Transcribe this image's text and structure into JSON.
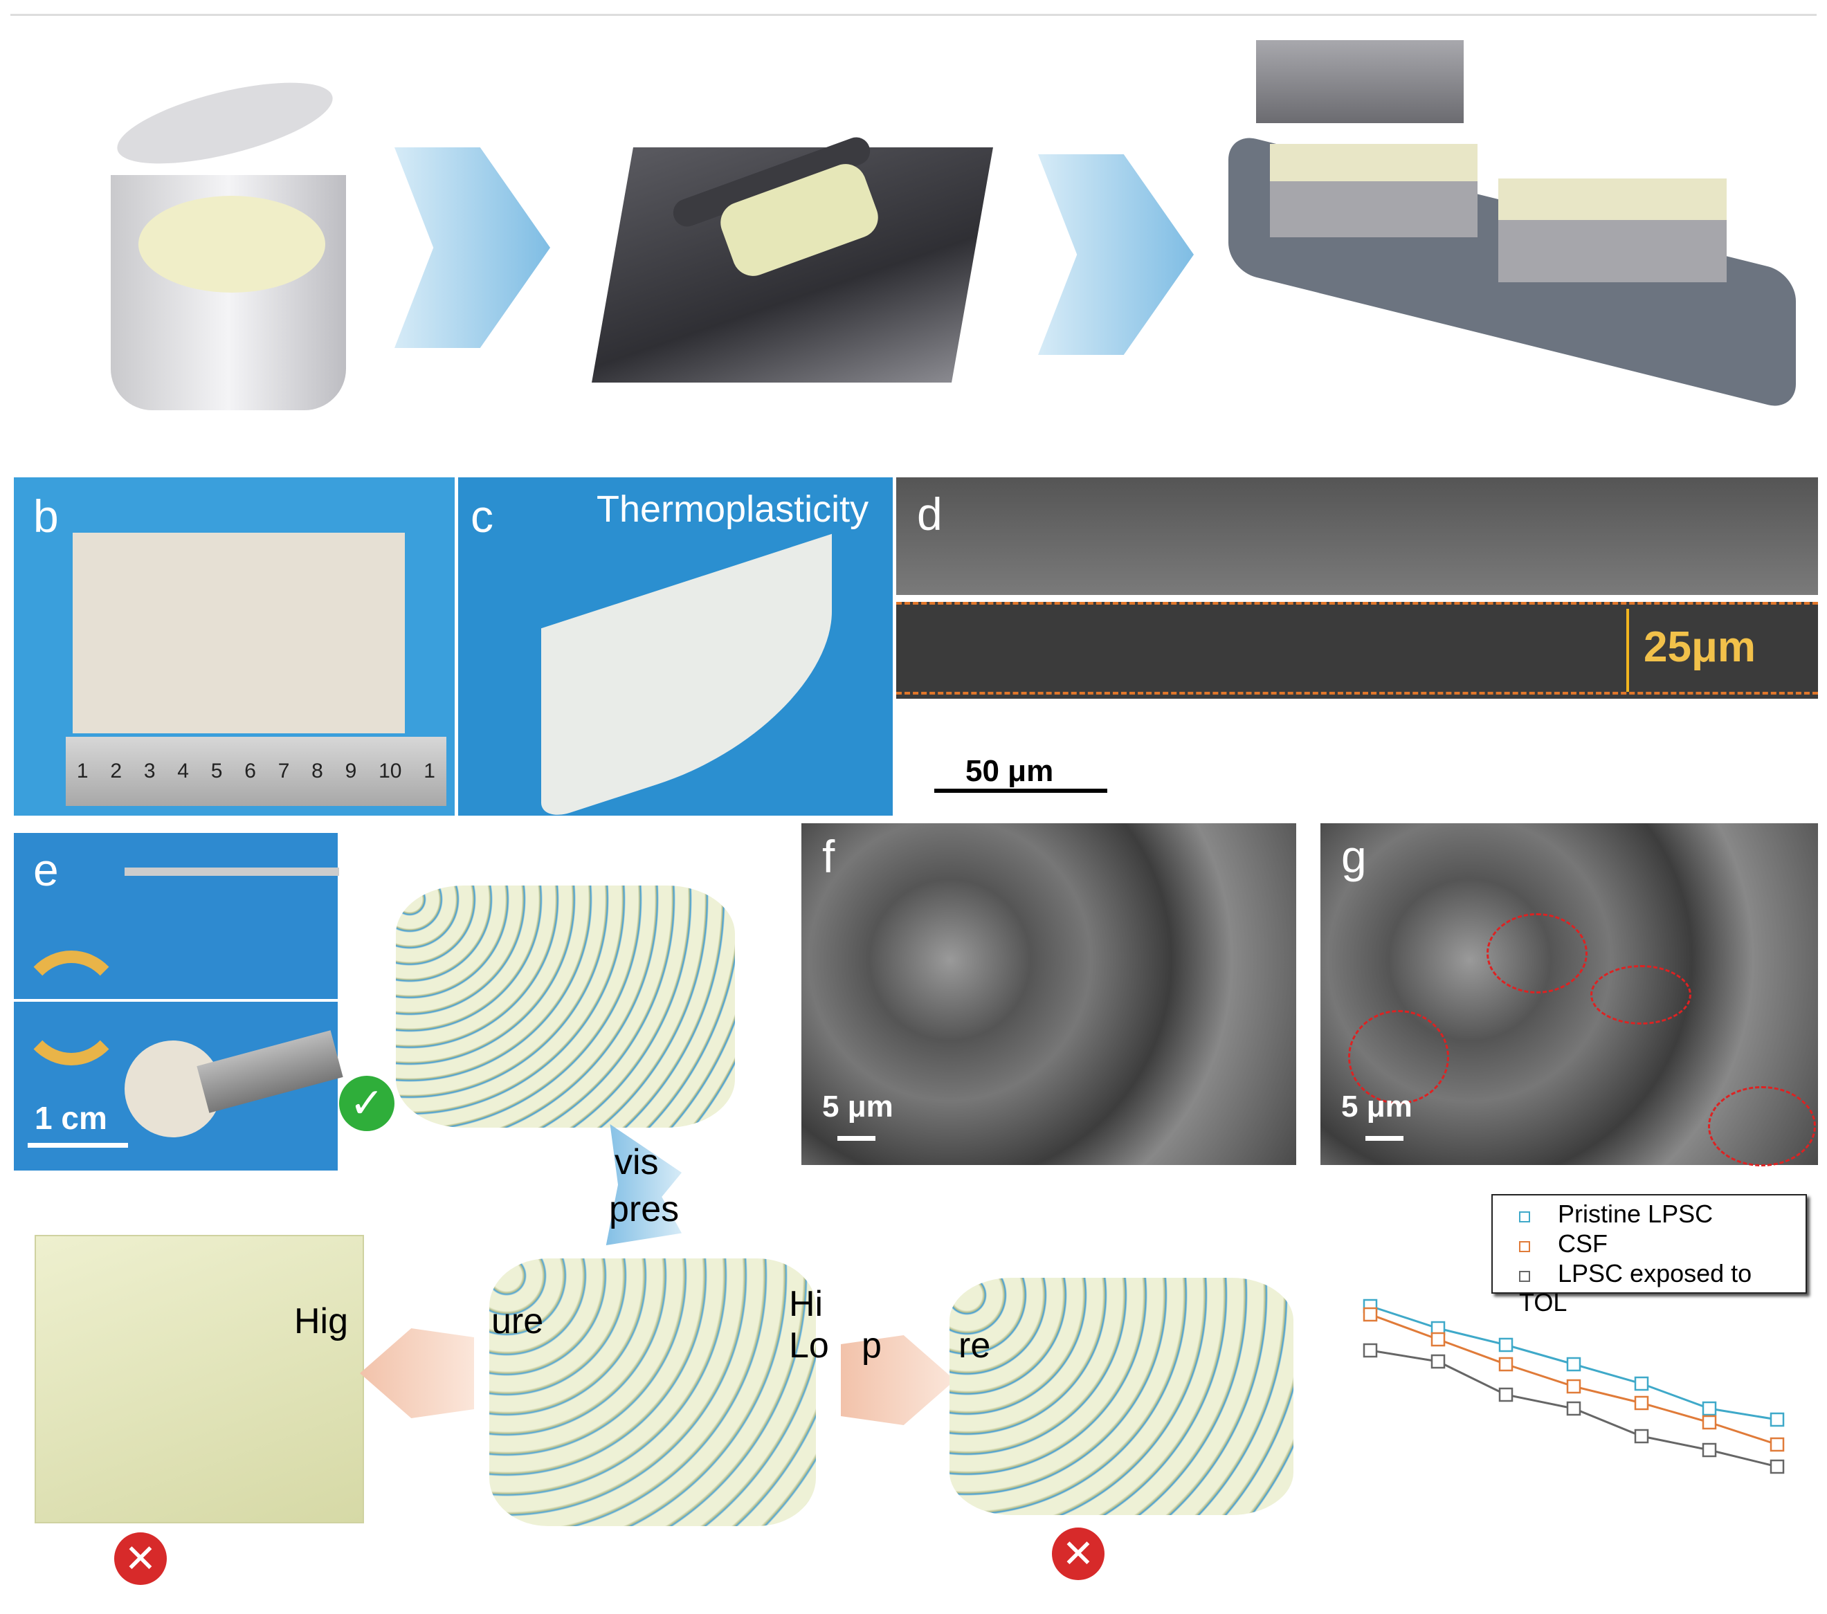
{
  "panels": {
    "b": {
      "label": "b",
      "ruler_ticks": [
        "1",
        "2",
        "3",
        "4",
        "5",
        "6",
        "7",
        "8",
        "9",
        "10",
        "1"
      ]
    },
    "c": {
      "label": "c",
      "title": "Thermoplasticity"
    },
    "d": {
      "label": "d",
      "thickness": "25μm",
      "scale_bar": "50 μm"
    },
    "e": {
      "label": "e",
      "scale_bar": "1 cm"
    },
    "f": {
      "label": "f",
      "scale_bar": "5 μm"
    },
    "g": {
      "label": "g",
      "scale_bar": "5 μm"
    }
  },
  "fragments": {
    "high_a": "Hig",
    "high_b": "ure",
    "mid_a": "Hi",
    "mid_b": "Lo",
    "mid_c": "p",
    "mid_d": "re",
    "vis": "vis",
    "pres": "pres"
  },
  "colors": {
    "blue_series": "#3fa9c9",
    "orange_series": "#e07b39",
    "gray_series": "#666666",
    "panel_blue": "#2b8fd0"
  },
  "chart_data": {
    "type": "line",
    "title": "",
    "xlabel": "",
    "ylabel": "",
    "x": [
      1,
      2,
      3,
      4,
      5,
      6,
      7
    ],
    "series": [
      {
        "name": "Pristine LPSC",
        "values": [
          10,
          9.2,
          8.6,
          7.9,
          7.2,
          6.3,
          5.9
        ]
      },
      {
        "name": "CSF",
        "values": [
          9.7,
          8.8,
          7.9,
          7.1,
          6.5,
          5.8,
          5.0
        ]
      },
      {
        "name": "LPSC exposed to TOL",
        "values": [
          8.4,
          8.0,
          6.8,
          6.3,
          5.3,
          4.8,
          4.2
        ]
      }
    ],
    "legend_position": "top-right",
    "grid": false
  }
}
